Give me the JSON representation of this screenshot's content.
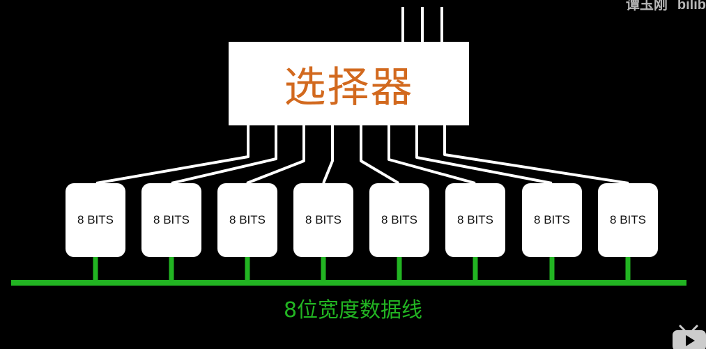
{
  "selector": {
    "label": "选择器"
  },
  "registers": [
    {
      "label": "8 BITS"
    },
    {
      "label": "8 BITS"
    },
    {
      "label": "8 BITS"
    },
    {
      "label": "8 BITS"
    },
    {
      "label": "8 BITS"
    },
    {
      "label": "8 BITS"
    },
    {
      "label": "8 BITS"
    },
    {
      "label": "8 BITS"
    }
  ],
  "bus": {
    "label": "8位宽度数据线"
  },
  "watermark": {
    "author": "谭玉刚",
    "brand": "bilib"
  },
  "colors": {
    "background": "#000000",
    "box": "#ffffff",
    "selector_text": "#d2691e",
    "bus": "#22b422",
    "wire": "#ffffff"
  },
  "icons": [
    "bilibili-tv-icon"
  ]
}
